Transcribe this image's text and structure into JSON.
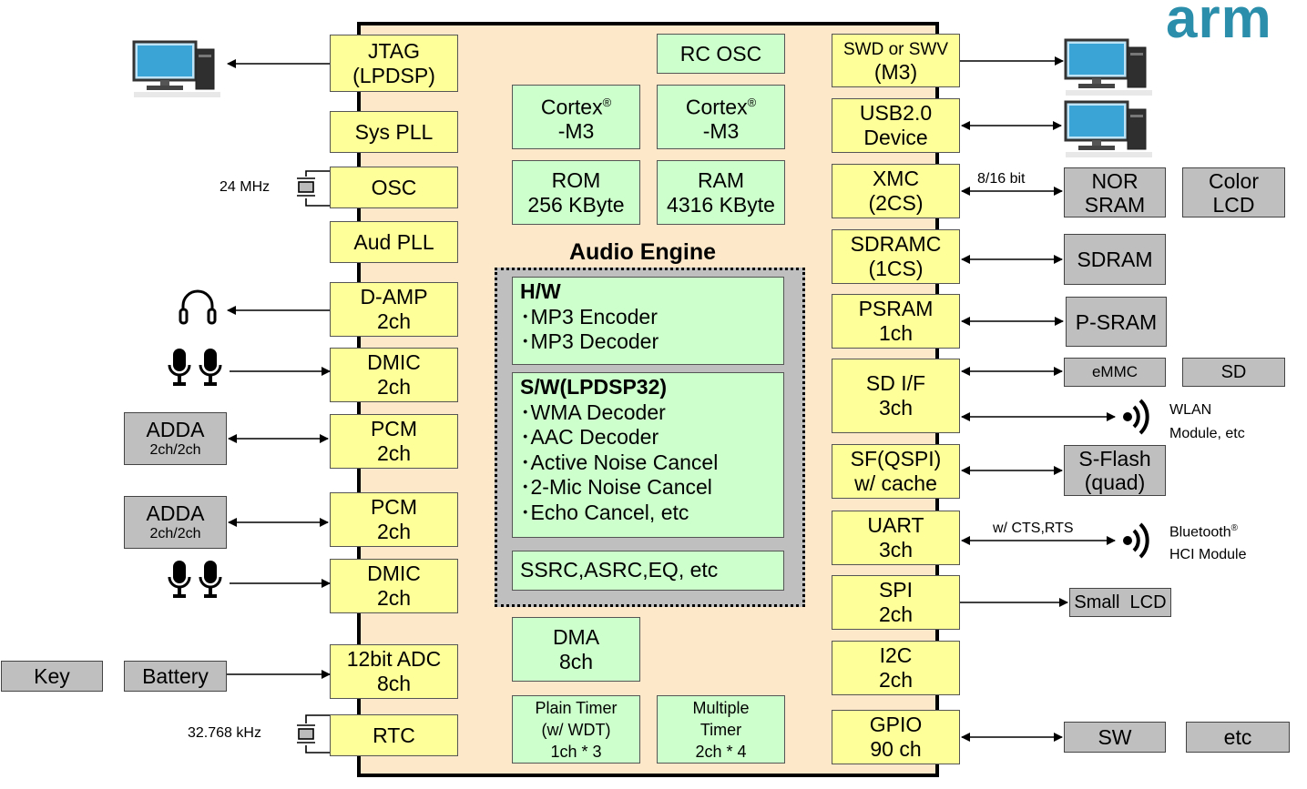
{
  "brand": {
    "logo": "arm",
    "color": "#2b8fab"
  },
  "colors": {
    "interface_block": "#ffff99",
    "core_block": "#ccffcc",
    "external_block": "#bfbfbf",
    "chip_fill": "#fde9c9"
  },
  "left_blocks": [
    {
      "l1": "JTAG",
      "l2": "(LPDSP)"
    },
    {
      "l1": "Sys PLL",
      "l2": ""
    },
    {
      "l1": "OSC",
      "l2": ""
    },
    {
      "l1": "Aud PLL",
      "l2": ""
    },
    {
      "l1": "D-AMP",
      "l2": "2ch"
    },
    {
      "l1": "DMIC",
      "l2": "2ch"
    },
    {
      "l1": "PCM",
      "l2": "2ch"
    },
    {
      "l1": "PCM",
      "l2": "2ch"
    },
    {
      "l1": "DMIC",
      "l2": "2ch"
    },
    {
      "l1": "12bit ADC",
      "l2": "8ch"
    },
    {
      "l1": "RTC",
      "l2": ""
    }
  ],
  "right_blocks": [
    {
      "l1": "SWD or SWV",
      "l2": "(M3)"
    },
    {
      "l1": "USB2.0",
      "l2": "Device"
    },
    {
      "l1": "XMC",
      "l2": "(2CS)"
    },
    {
      "l1": "SDRAMC",
      "l2": "(1CS)"
    },
    {
      "l1": "PSRAM",
      "l2": "1ch"
    },
    {
      "l1": "SD I/F",
      "l2": "3ch"
    },
    {
      "l1": "SF(QSPI)",
      "l2": "w/ cache"
    },
    {
      "l1": "UART",
      "l2": "3ch"
    },
    {
      "l1": "SPI",
      "l2": "2ch"
    },
    {
      "l1": "I2C",
      "l2": "2ch"
    },
    {
      "l1": "GPIO",
      "l2": "90 ch"
    }
  ],
  "core": {
    "rc_osc": "RC OSC",
    "cortex1": {
      "l1": "Cortex",
      "reg": "®",
      "l2": "-M3"
    },
    "cortex2": {
      "l1": "Cortex",
      "reg": "®",
      "l2": "-M3"
    },
    "rom": {
      "l1": "ROM",
      "l2": "256 KByte"
    },
    "ram": {
      "l1": "RAM",
      "l2": "4316 KByte"
    },
    "dma": {
      "l1": "DMA",
      "l2": "8ch"
    },
    "plain_timer": {
      "l1": "Plain Timer",
      "l2": "(w/ WDT)",
      "l3": "1ch * 3"
    },
    "multi_timer": {
      "l1": "Multiple",
      "l2": "Timer",
      "l3": "2ch * 4"
    }
  },
  "audio_engine": {
    "title": "Audio Engine",
    "hw": {
      "title": "H/W",
      "items": [
        "･MP3 Encoder",
        "･MP3 Decoder"
      ]
    },
    "sw": {
      "title": "S/W(LPDSP32)",
      "items": [
        "･WMA Decoder",
        "･AAC Decoder",
        "･Active Noise Cancel",
        "･2-Mic Noise Cancel",
        "･Echo Cancel, etc"
      ]
    },
    "ssrc": "SSRC,ASRC,EQ, etc"
  },
  "left_external": {
    "adda1": {
      "l1": "ADDA",
      "l2": "2ch/2ch"
    },
    "adda2": {
      "l1": "ADDA",
      "l2": "2ch/2ch"
    },
    "key": "Key",
    "battery": "Battery",
    "osc_freq": "24 MHz",
    "rtc_freq": "32.768 kHz"
  },
  "right_external": {
    "nor_sram": {
      "l1": "NOR",
      "l2": "SRAM"
    },
    "color_lcd": {
      "l1": "Color",
      "l2": "LCD"
    },
    "sdram": "SDRAM",
    "psram": "P-SRAM",
    "emmc": "eMMC",
    "sd": "SD",
    "wlan": {
      "l1": "WLAN",
      "l2": "Module, etc"
    },
    "sflash": {
      "l1": "S-Flash",
      "l2": "(quad)"
    },
    "bt": {
      "l1": "Bluetooth",
      "reg": "®",
      "l2": "HCI Module"
    },
    "small_lcd": "Small  LCD",
    "sw": "SW",
    "etc": "etc",
    "xmc_width": "8/16 bit",
    "uart_note": "w/ CTS,RTS"
  }
}
